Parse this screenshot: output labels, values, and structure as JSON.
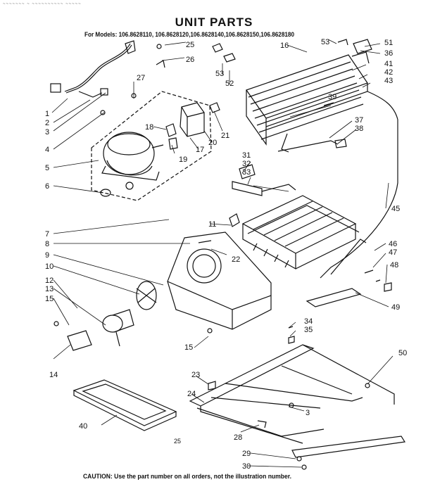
{
  "header": {
    "scribble": "~~~~~~~ ~ ~~~~~~~~~~ ~~~~~",
    "title": "UNIT PARTS",
    "models_line": "For Models: 106.8628110, 106.8628120,106.8628140,106.8628150,106.8628180"
  },
  "footer": {
    "page_code": "25",
    "caution": "CAUTION: Use the part number on all orders, not the illustration number."
  },
  "callouts": [
    "1",
    "2",
    "3",
    "4",
    "5",
    "6",
    "7",
    "8",
    "9",
    "10",
    "11",
    "12",
    "13",
    "14",
    "15",
    "15",
    "16",
    "17",
    "18",
    "19",
    "20",
    "21",
    "22",
    "23",
    "24",
    "25",
    "26",
    "27",
    "28",
    "29",
    "30",
    "31",
    "32",
    "33",
    "34",
    "35",
    "36",
    "37",
    "38",
    "39",
    "40",
    "41",
    "42",
    "43",
    "45",
    "46",
    "47",
    "48",
    "49",
    "50",
    "51",
    "52",
    "53",
    "53",
    "3"
  ]
}
